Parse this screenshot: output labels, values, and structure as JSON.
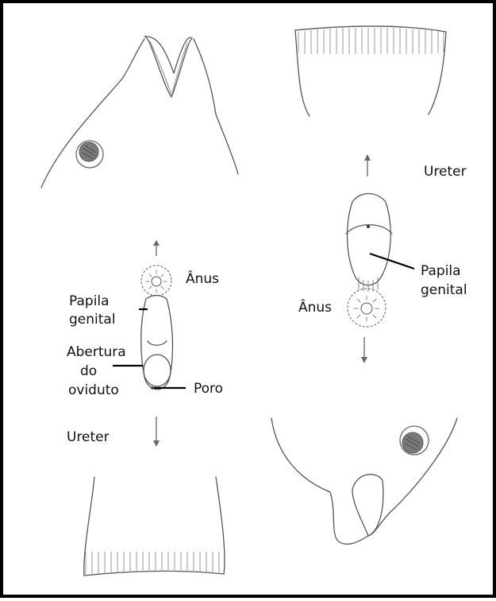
{
  "left_panel": {
    "anus_label": "Ânus",
    "papila_line1": "Papila",
    "papila_line2": "genital",
    "abertura_line1": "Abertura",
    "abertura_line2": "do",
    "abertura_line3": "oviduto",
    "poro_label": "Poro",
    "ureter_label": "Ureter"
  },
  "right_panel": {
    "ureter_label": "Ureter",
    "papila_line1": "Papila",
    "papila_line2": "genital",
    "anus_label": "Ânus"
  }
}
